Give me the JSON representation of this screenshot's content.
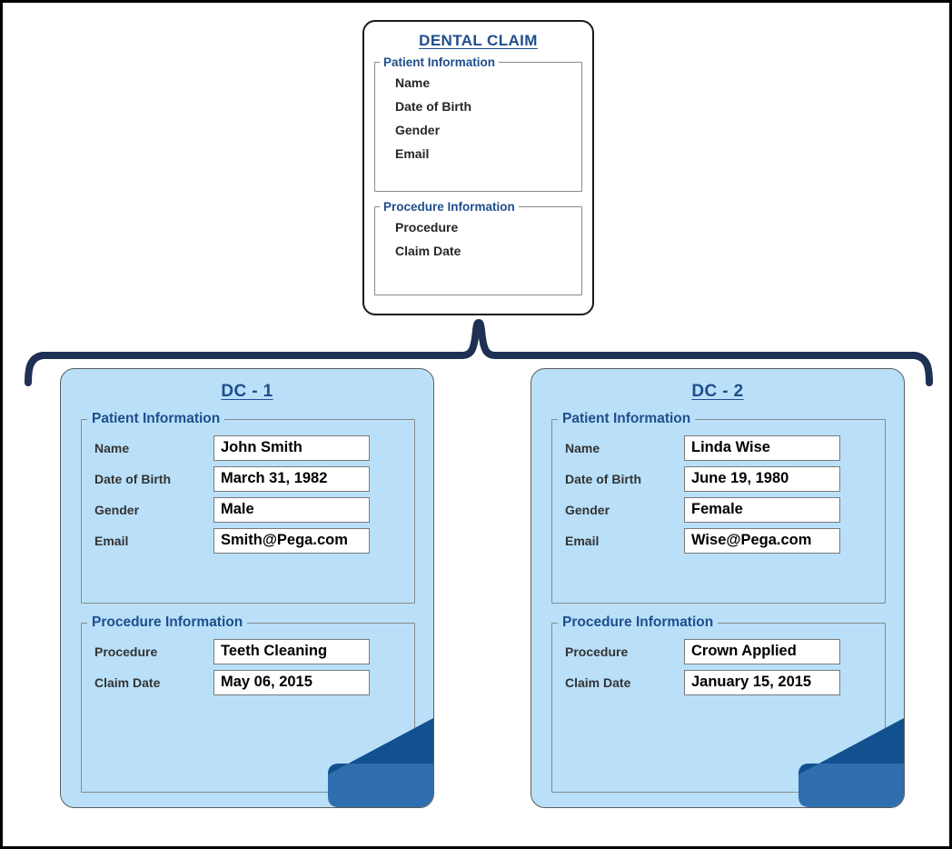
{
  "colors": {
    "title_blue": "#1f4e8c",
    "card_blue": "#b9e0f8",
    "bracket_navy": "#1f3055",
    "fold_dark": "#12508f",
    "fold_light": "#2f6fb0",
    "frame_black": "#000000",
    "group_border": "#8a8a8a"
  },
  "template": {
    "title": "DENTAL CLAIM",
    "groups": [
      {
        "legend": "Patient Information",
        "fields": [
          "Name",
          "Date of Birth",
          "Gender",
          "Email"
        ]
      },
      {
        "legend": "Procedure Information",
        "fields": [
          "Procedure",
          "Claim Date"
        ]
      }
    ]
  },
  "instances": [
    {
      "title": "DC - 1",
      "patient_group": {
        "legend": "Patient Information",
        "rows": [
          {
            "label": "Name",
            "value": "John Smith"
          },
          {
            "label": "Date of Birth",
            "value": "March 31, 1982"
          },
          {
            "label": "Gender",
            "value": "Male"
          },
          {
            "label": "Email",
            "value": "Smith@Pega.com"
          }
        ]
      },
      "procedure_group": {
        "legend": "Procedure Information",
        "rows": [
          {
            "label": "Procedure",
            "value": "Teeth Cleaning"
          },
          {
            "label": "Claim Date",
            "value": "May 06, 2015"
          }
        ]
      }
    },
    {
      "title": "DC - 2",
      "patient_group": {
        "legend": "Patient Information",
        "rows": [
          {
            "label": "Name",
            "value": "Linda Wise"
          },
          {
            "label": "Date of Birth",
            "value": "June 19, 1980"
          },
          {
            "label": "Gender",
            "value": "Female"
          },
          {
            "label": "Email",
            "value": "Wise@Pega.com"
          }
        ]
      },
      "procedure_group": {
        "legend": "Procedure Information",
        "rows": [
          {
            "label": "Procedure",
            "value": "Crown Applied"
          },
          {
            "label": "Claim Date",
            "value": "January 15, 2015"
          }
        ]
      }
    }
  ],
  "connector": {
    "name": "curly-brace-connector"
  }
}
